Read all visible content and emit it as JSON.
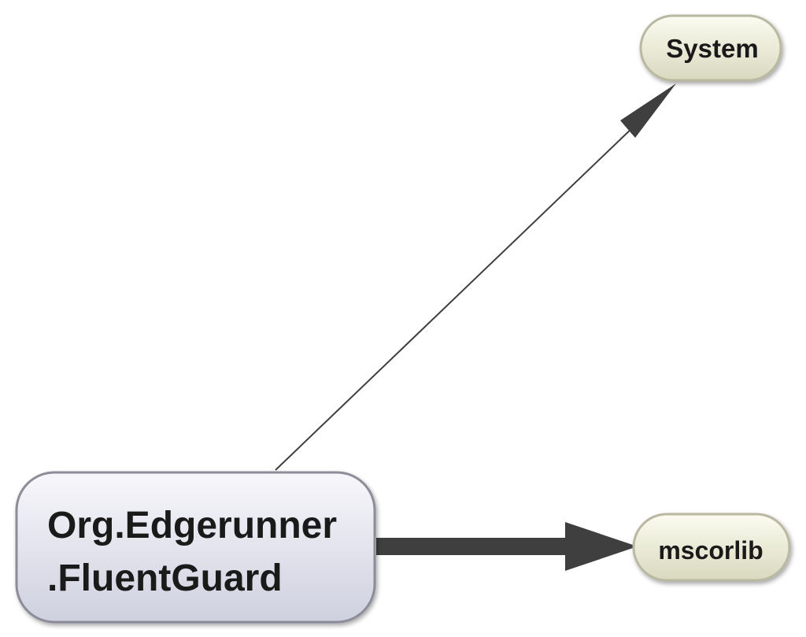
{
  "diagram": {
    "nodes": {
      "main": {
        "line1": "Org.Edgerunner",
        "line2": ".FluentGuard"
      },
      "system": {
        "label": "System"
      },
      "mscorlib": {
        "label": "mscorlib"
      }
    },
    "edges": [
      {
        "from": "Org.Edgerunner.FluentGuard",
        "to": "System",
        "weight": "thin"
      },
      {
        "from": "Org.Edgerunner.FluentGuard",
        "to": "mscorlib",
        "weight": "thick"
      }
    ],
    "colors": {
      "main_fill_top": "#f7f7fb",
      "main_fill_bottom": "#cfd0df",
      "main_stroke": "#8c8d99",
      "pill_fill_top": "#fbfbf0",
      "pill_fill_bottom": "#d9d9bf",
      "pill_stroke": "#b9b9a2",
      "edge": "#3f3f3f"
    }
  }
}
